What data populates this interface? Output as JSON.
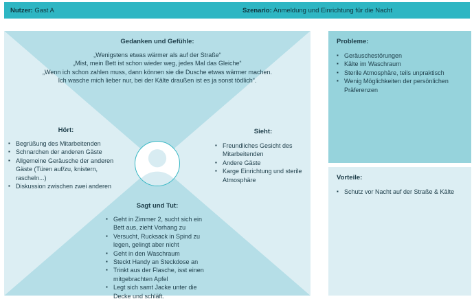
{
  "header": {
    "user_label": "Nutzer:",
    "user_value": " Gast A",
    "scenario_label": "Szenario:",
    "scenario_value": " Anmeldung und Einrichtung für die Nacht"
  },
  "empathy_map": {
    "thinks": {
      "title": "Gedanken und Gefühle:",
      "quotes": [
        "„Wenigstens etwas wärmer als auf der Straße“",
        "„Mist, mein Bett ist schon wieder weg, jedes Mal das Gleiche“",
        "„Wenn ich schon zahlen muss, dann können sie die Dusche etwas wärmer machen. Ich wasche mich lieber nur, bei der Kälte draußen ist es ja sonst tödlich“."
      ]
    },
    "hears": {
      "title": "Hört:",
      "items": [
        "Begrüßung des Mitarbeitenden",
        "Schnarchen der anderen Gäste",
        "Allgemeine Geräusche der anderen Gäste (Türen auf/zu, knistern, rascheln...)",
        "Diskussion zwischen zwei anderen"
      ]
    },
    "sees": {
      "title": "Sieht:",
      "items": [
        "Freundliches Gesicht des Mitarbeitenden",
        "Andere Gäste",
        "Karge Einrichtung und sterile Atmosphäre"
      ]
    },
    "says_does": {
      "title": "Sagt und Tut:",
      "items": [
        "Geht in Zimmer 2, sucht sich ein Bett aus, zieht Vorhang zu",
        "Versucht, Rucksack in Spind zu legen, gelingt aber nicht",
        "Geht in den Waschraum",
        "Steckt Handy an Steckdose an",
        "Trinkt aus der Flasche, isst einen mitgebrachten Apfel",
        "Legt sich samt Jacke unter die Decke und schläft."
      ]
    },
    "center_icon": "person-icon"
  },
  "problems": {
    "title": "Probleme:",
    "items": [
      "Geräuschestörungen",
      "Kälte im Waschraum",
      "Sterile Atmosphäre, teils unpraktisch",
      "Wenig Möglichkeiten der persönlichen Präferenzen"
    ]
  },
  "benefits": {
    "title": "Vorteile:",
    "items": [
      "Schutz vor Nacht auf der Straße & Kälte"
    ]
  },
  "colors": {
    "header_bg": "#2eb6c3",
    "triangle_dark": "#b5dee7",
    "triangle_light": "#dceef3",
    "problems_bg": "#96d3dc",
    "benefits_bg": "#dceef3",
    "text": "#1d3d49",
    "avatar_border": "#38b7c4",
    "avatar_fill": "#d8ecf2"
  }
}
